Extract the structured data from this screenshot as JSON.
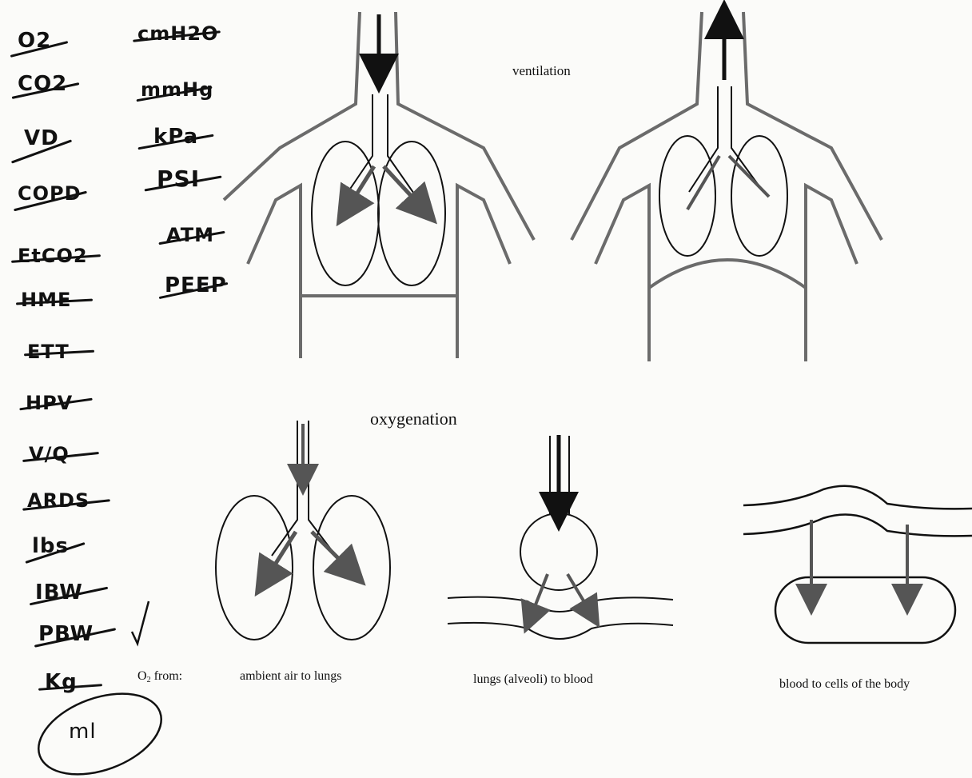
{
  "labels": {
    "ventilation": "ventilation",
    "oxygenation": "oxygenation",
    "o2_prefix": "O",
    "o2_sub": "2",
    "o2_from_suffix": " from:",
    "ambient_to_lungs": "ambient air to lungs",
    "lungs_to_blood": "lungs (alveoli) to blood",
    "blood_to_cells": "blood to cells of the body"
  },
  "handwritten_notes": {
    "left_column": [
      "O2",
      "CO2",
      "VD",
      "COPD",
      "EtCO2",
      "HME",
      "ETT",
      "HPV",
      "V/Q",
      "ARDS",
      "lbs",
      "IBW",
      "PBW",
      "Kg",
      "ml"
    ],
    "right_column": [
      "cmH2O",
      "mmHg",
      "kPa",
      "PSI",
      "ATM",
      "PEEP"
    ],
    "checkmark": "✓"
  },
  "icons": {
    "arrow_down": "arrow-down-icon",
    "arrow_up": "arrow-up-icon"
  },
  "colors": {
    "outline": "#6b6b6b",
    "ink": "#111111",
    "background": "#fbfbf9"
  }
}
